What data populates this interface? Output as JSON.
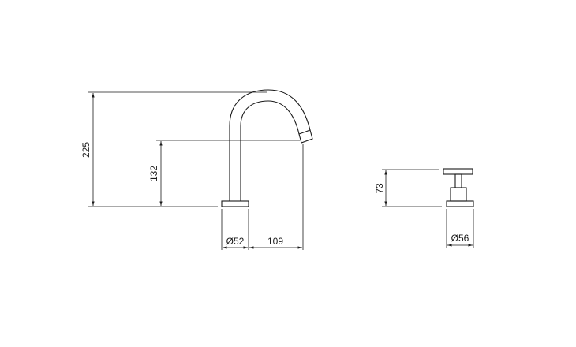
{
  "spout": {
    "height_total": "225",
    "height_outlet": "132",
    "base_diameter": "Ø52",
    "projection": "109"
  },
  "handle": {
    "height": "73",
    "base_diameter": "Ø56"
  },
  "colors": {
    "line": "#1a1a1a",
    "background": "#ffffff"
  }
}
